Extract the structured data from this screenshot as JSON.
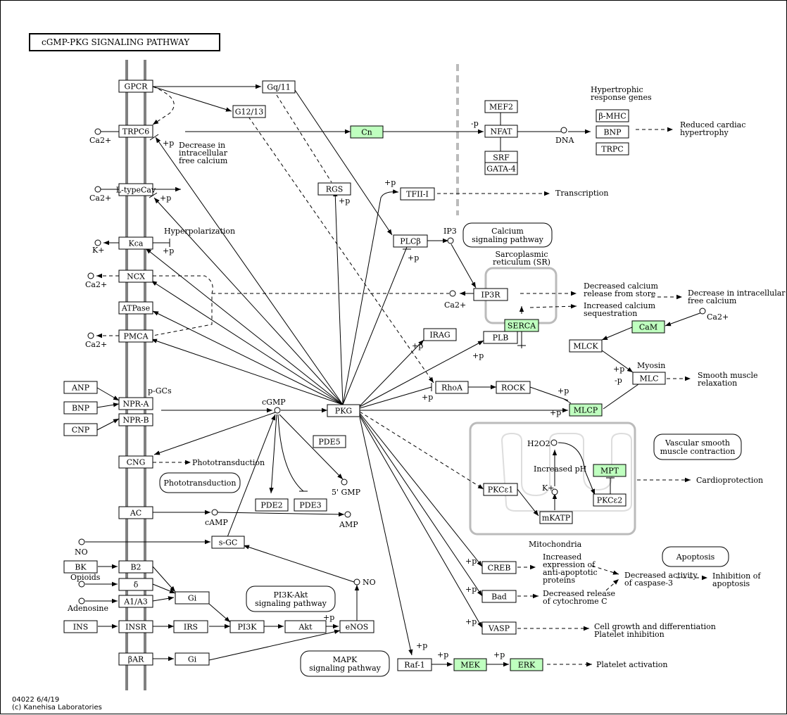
{
  "title": "cGMP-PKG  SIGNALING PATHWAY",
  "footer": {
    "code": "04022 6/4/19",
    "copyright": "(c) Kanehisa Laboratories"
  },
  "colors": {
    "highlight": "#bfffbf",
    "membrane": "#808080",
    "box_border": "#000000",
    "compartment": "#bbbbbb"
  },
  "genes": {
    "GPCR": "GPCR",
    "TRPC6": "TRPC6",
    "LtypeCav": "L-typeCav",
    "Kca": "Kca",
    "NCX": "NCX",
    "ATPase": "ATPase",
    "PMCA": "PMCA",
    "ANP": "ANP",
    "BNP_in": "BNP",
    "CNP": "CNP",
    "NPRA": "NPR-A",
    "NPRB": "NPR-B",
    "CNG": "CNG",
    "AC": "AC",
    "sGC": "s-GC",
    "BK": "BK",
    "B2": "B2",
    "delta": "δ",
    "A1A3": "A1/A3",
    "Gi1": "Gi",
    "INS": "INS",
    "INSR": "INSR",
    "IRS": "IRS",
    "PI3K": "PI3K",
    "Akt": "Akt",
    "eNOS": "eNOS",
    "bAR": "βAR",
    "Gi2": "Gi",
    "Gq11": "Gq/11",
    "G1213": "G12/13",
    "Cn": "Cn",
    "RGS": "RGS",
    "TFIII": "TFII-I",
    "PLCb": "PLCβ",
    "PKG": "PKG",
    "PDE5": "PDE5",
    "PDE2": "PDE2",
    "PDE3": "PDE3",
    "MEF2": "MEF2",
    "NFAT": "NFAT",
    "SRF": "SRF",
    "GATA4": "GATA-4",
    "bMHC": "β-MHC",
    "BNP_out": "BNP",
    "TRPC_out": "TRPC",
    "IP3R": "IP3R",
    "SERCA": "SERCA",
    "PLB": "PLB",
    "IRAG": "IRAG",
    "RhoA": "RhoA",
    "ROCK": "ROCK",
    "MLCK": "MLCK",
    "CaM": "CaM",
    "MLC": "MLC",
    "MLCP": "MLCP",
    "PKCe1": "PKCε1",
    "mKATP": "mKATP",
    "MPT": "MPT",
    "PKCe2": "PKCε2",
    "CREB": "CREB",
    "Bad": "Bad",
    "VASP": "VASP",
    "Raf1": "Raf-1",
    "MEK": "MEK",
    "ERK": "ERK"
  },
  "compounds": {
    "Ca2_1": "Ca2+",
    "Ca2_2": "Ca2+",
    "K": "K+",
    "Ca2_3": "Ca2+",
    "Ca2_4": "Ca2+",
    "cGMP": "cGMP",
    "GMP5": "5' GMP",
    "cAMP": "cAMP",
    "AMP": "AMP",
    "NO1": "NO",
    "NO2": "NO",
    "Opioids": "Opioids",
    "Adenosine": "Adenosine",
    "DNA": "DNA",
    "IP3": "IP3",
    "Ca2_5": "Ca2+",
    "Ca2_6": "Ca2+",
    "H2O2": "H2O2",
    "Kplus": "K+"
  },
  "maps": {
    "calcium": "Calcium\nsignaling pathway",
    "phototransduction": "Phototransduction",
    "pi3k": "PI3K-Akt\nsignaling pathway",
    "mapk": "MAPK\nsignaling pathway",
    "vascular": "Vascular smooth\nmuscle contraction",
    "apoptosis": "Apoptosis"
  },
  "labels": {
    "decrease_calcium": "Decrease in\nintracellular\nfree calcium",
    "hyperpolarization": "Hyperpolarization",
    "pgcs": "p-GCs",
    "phototransduction_arrow": "Phototransduction",
    "hypertrophic": "Hypertrophic\nresponse genes",
    "reduced_cardiac": "Reduced cardiac\nhypertrophy",
    "transcription": "Transcription",
    "sr": "Sarcoplasmic\nreticulum (SR)",
    "decreased_release": "Decreased calcium\nrelease from store",
    "increased_seq": "Increased calcium\nsequestration",
    "decrease_intra": "Decrease in intracellular\nfree calcium",
    "myosin": "Myosin",
    "smooth_relax": "Smooth muscle\nrelaxation",
    "increased_ph": "Increased pH",
    "mitochondria": "Mitochondria",
    "cardioprotection": "Cardioprotection",
    "increased_expr": "Increased\nexpression of\nanti-apoptotic\nproteins",
    "decreased_release_c": "Decreased release\nof cytochrome C",
    "decreased_caspase": "Decreased activity\nof caspase-3",
    "inhibition_apop": "Inhibition of\napoptosis",
    "cell_growth": "Cell growth and differentiation\nPlatelet inhibition",
    "platelet_act": "Platelet activation"
  },
  "modifiers": {
    "p_plus": "+p",
    "p_minus": "-p"
  }
}
